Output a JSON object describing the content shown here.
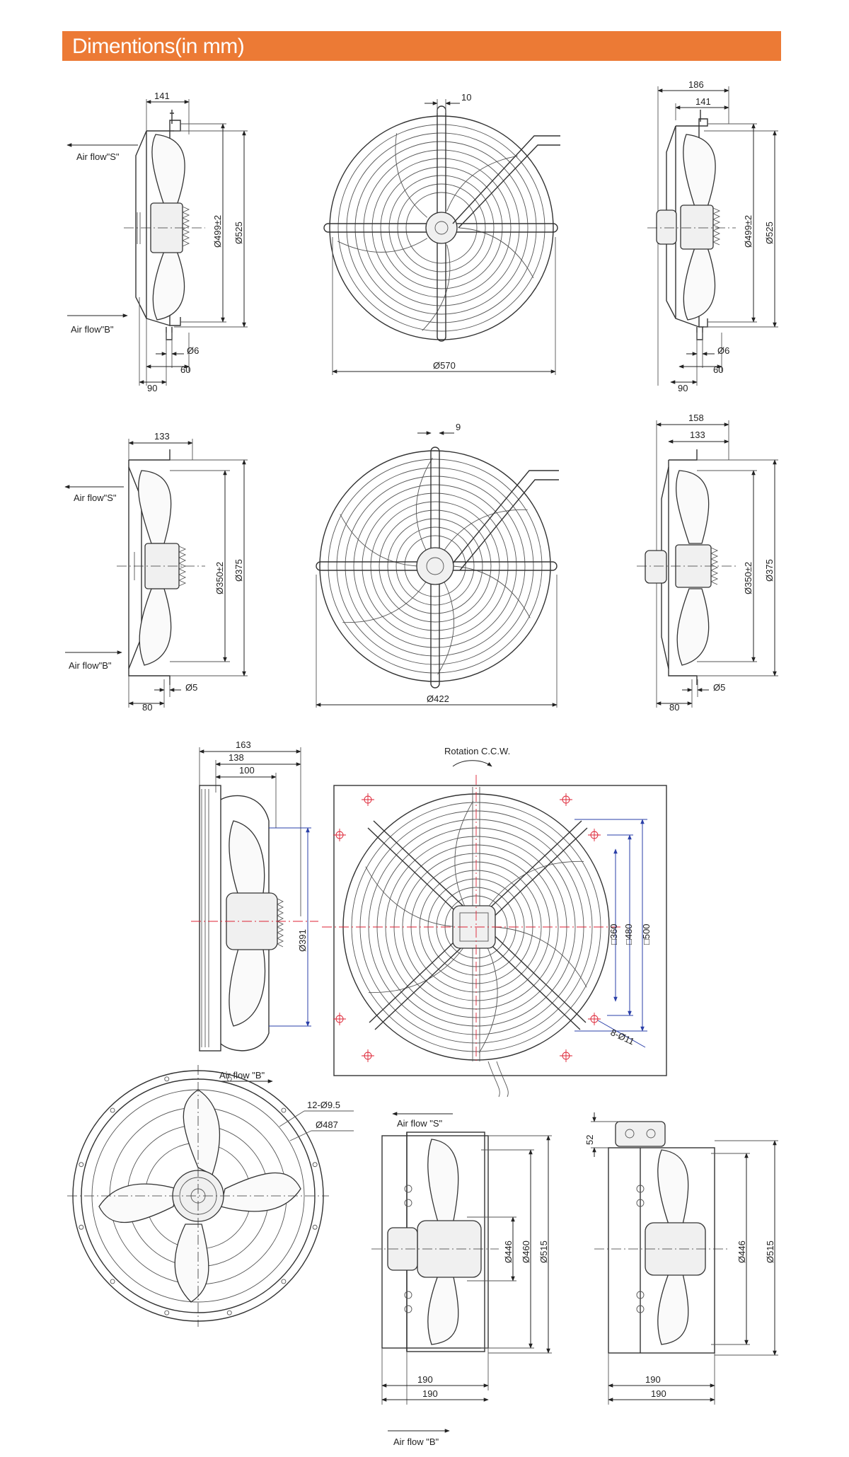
{
  "header": {
    "title": "Dimentions(in mm)",
    "accent_color": "#ec7a35"
  },
  "labels": {
    "airflow_s": "Air flow\"S\"",
    "airflow_b": "Air flow\"B\"",
    "airflow_s_q": "Air flow \"S\"",
    "airflow_b_q": "Air flow \"B\"",
    "rotation": "Rotation C.C.W."
  },
  "row1": {
    "left": {
      "w141": "141",
      "d499": "Ø499±2",
      "d525": "Ø525",
      "d6": "Ø6",
      "w60": "60",
      "w90": "90"
    },
    "front": {
      "w10": "10",
      "d570": "Ø570"
    },
    "right": {
      "w186": "186",
      "w141": "141",
      "d499": "Ø499±2",
      "d525": "Ø525",
      "d6": "Ø6",
      "w60": "60",
      "w90": "90"
    }
  },
  "row2": {
    "left": {
      "w133": "133",
      "d350": "Ø350±2",
      "d375": "Ø375",
      "d5": "Ø5",
      "w80": "80"
    },
    "front": {
      "w9": "9",
      "d422": "Ø422"
    },
    "right": {
      "w158": "158",
      "w133": "133",
      "d350": "Ø350±2",
      "d375": "Ø375",
      "d5": "Ø5",
      "w80": "80"
    }
  },
  "row3": {
    "side": {
      "w163": "163",
      "w138": "138",
      "w100": "100",
      "d391": "Ø391"
    },
    "plate": {
      "s360": "□360",
      "s480": "□480",
      "s500": "□500",
      "holes": "8-Ø11"
    }
  },
  "row4": {
    "front": {
      "holes": "12-Ø9.5",
      "d487": "Ø487"
    },
    "mid": {
      "d446": "Ø446",
      "d460": "Ø460",
      "d515": "Ø515",
      "w190a": "190",
      "w190b": "190"
    },
    "right": {
      "h52": "52",
      "d446": "Ø446",
      "d515": "Ø515",
      "w190a": "190",
      "w190b": "190"
    }
  }
}
